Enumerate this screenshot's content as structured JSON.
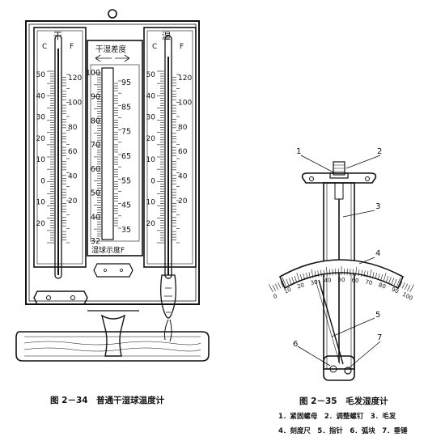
{
  "fig_left": {
    "dry_label": "干",
    "wet_label": "湿",
    "c_label": "C",
    "f_label": "F",
    "diff_label": "干湿差度",
    "humidity_label": "湿球示度F",
    "c_ticks": [
      "50",
      "40",
      "30",
      "20",
      "10",
      "0",
      "10",
      "20"
    ],
    "f_ticks": [
      "120",
      "100",
      "80",
      "60",
      "40",
      "20"
    ],
    "center_left_ticks": [
      "100",
      "90",
      "80",
      "70",
      "60",
      "50",
      "40",
      "32"
    ],
    "center_right_ticks": [
      "95",
      "85",
      "75",
      "65",
      "55",
      "45",
      "35"
    ],
    "caption": "图 2－34　普通干湿球温度计"
  },
  "fig_right": {
    "callouts": [
      "1",
      "2",
      "3",
      "4",
      "5",
      "6",
      "7"
    ],
    "scale_ticks": [
      "0",
      "10",
      "20",
      "30",
      "40",
      "50",
      "60",
      "70",
      "80",
      "90",
      "100"
    ],
    "caption": "图 2－35　毛发湿度计",
    "legend_line1": "1．紧固螺母　2．调整螺钉　3．毛发",
    "legend_line2": "4．刻度尺　5．指针　6．弧块　7．垂锤"
  }
}
